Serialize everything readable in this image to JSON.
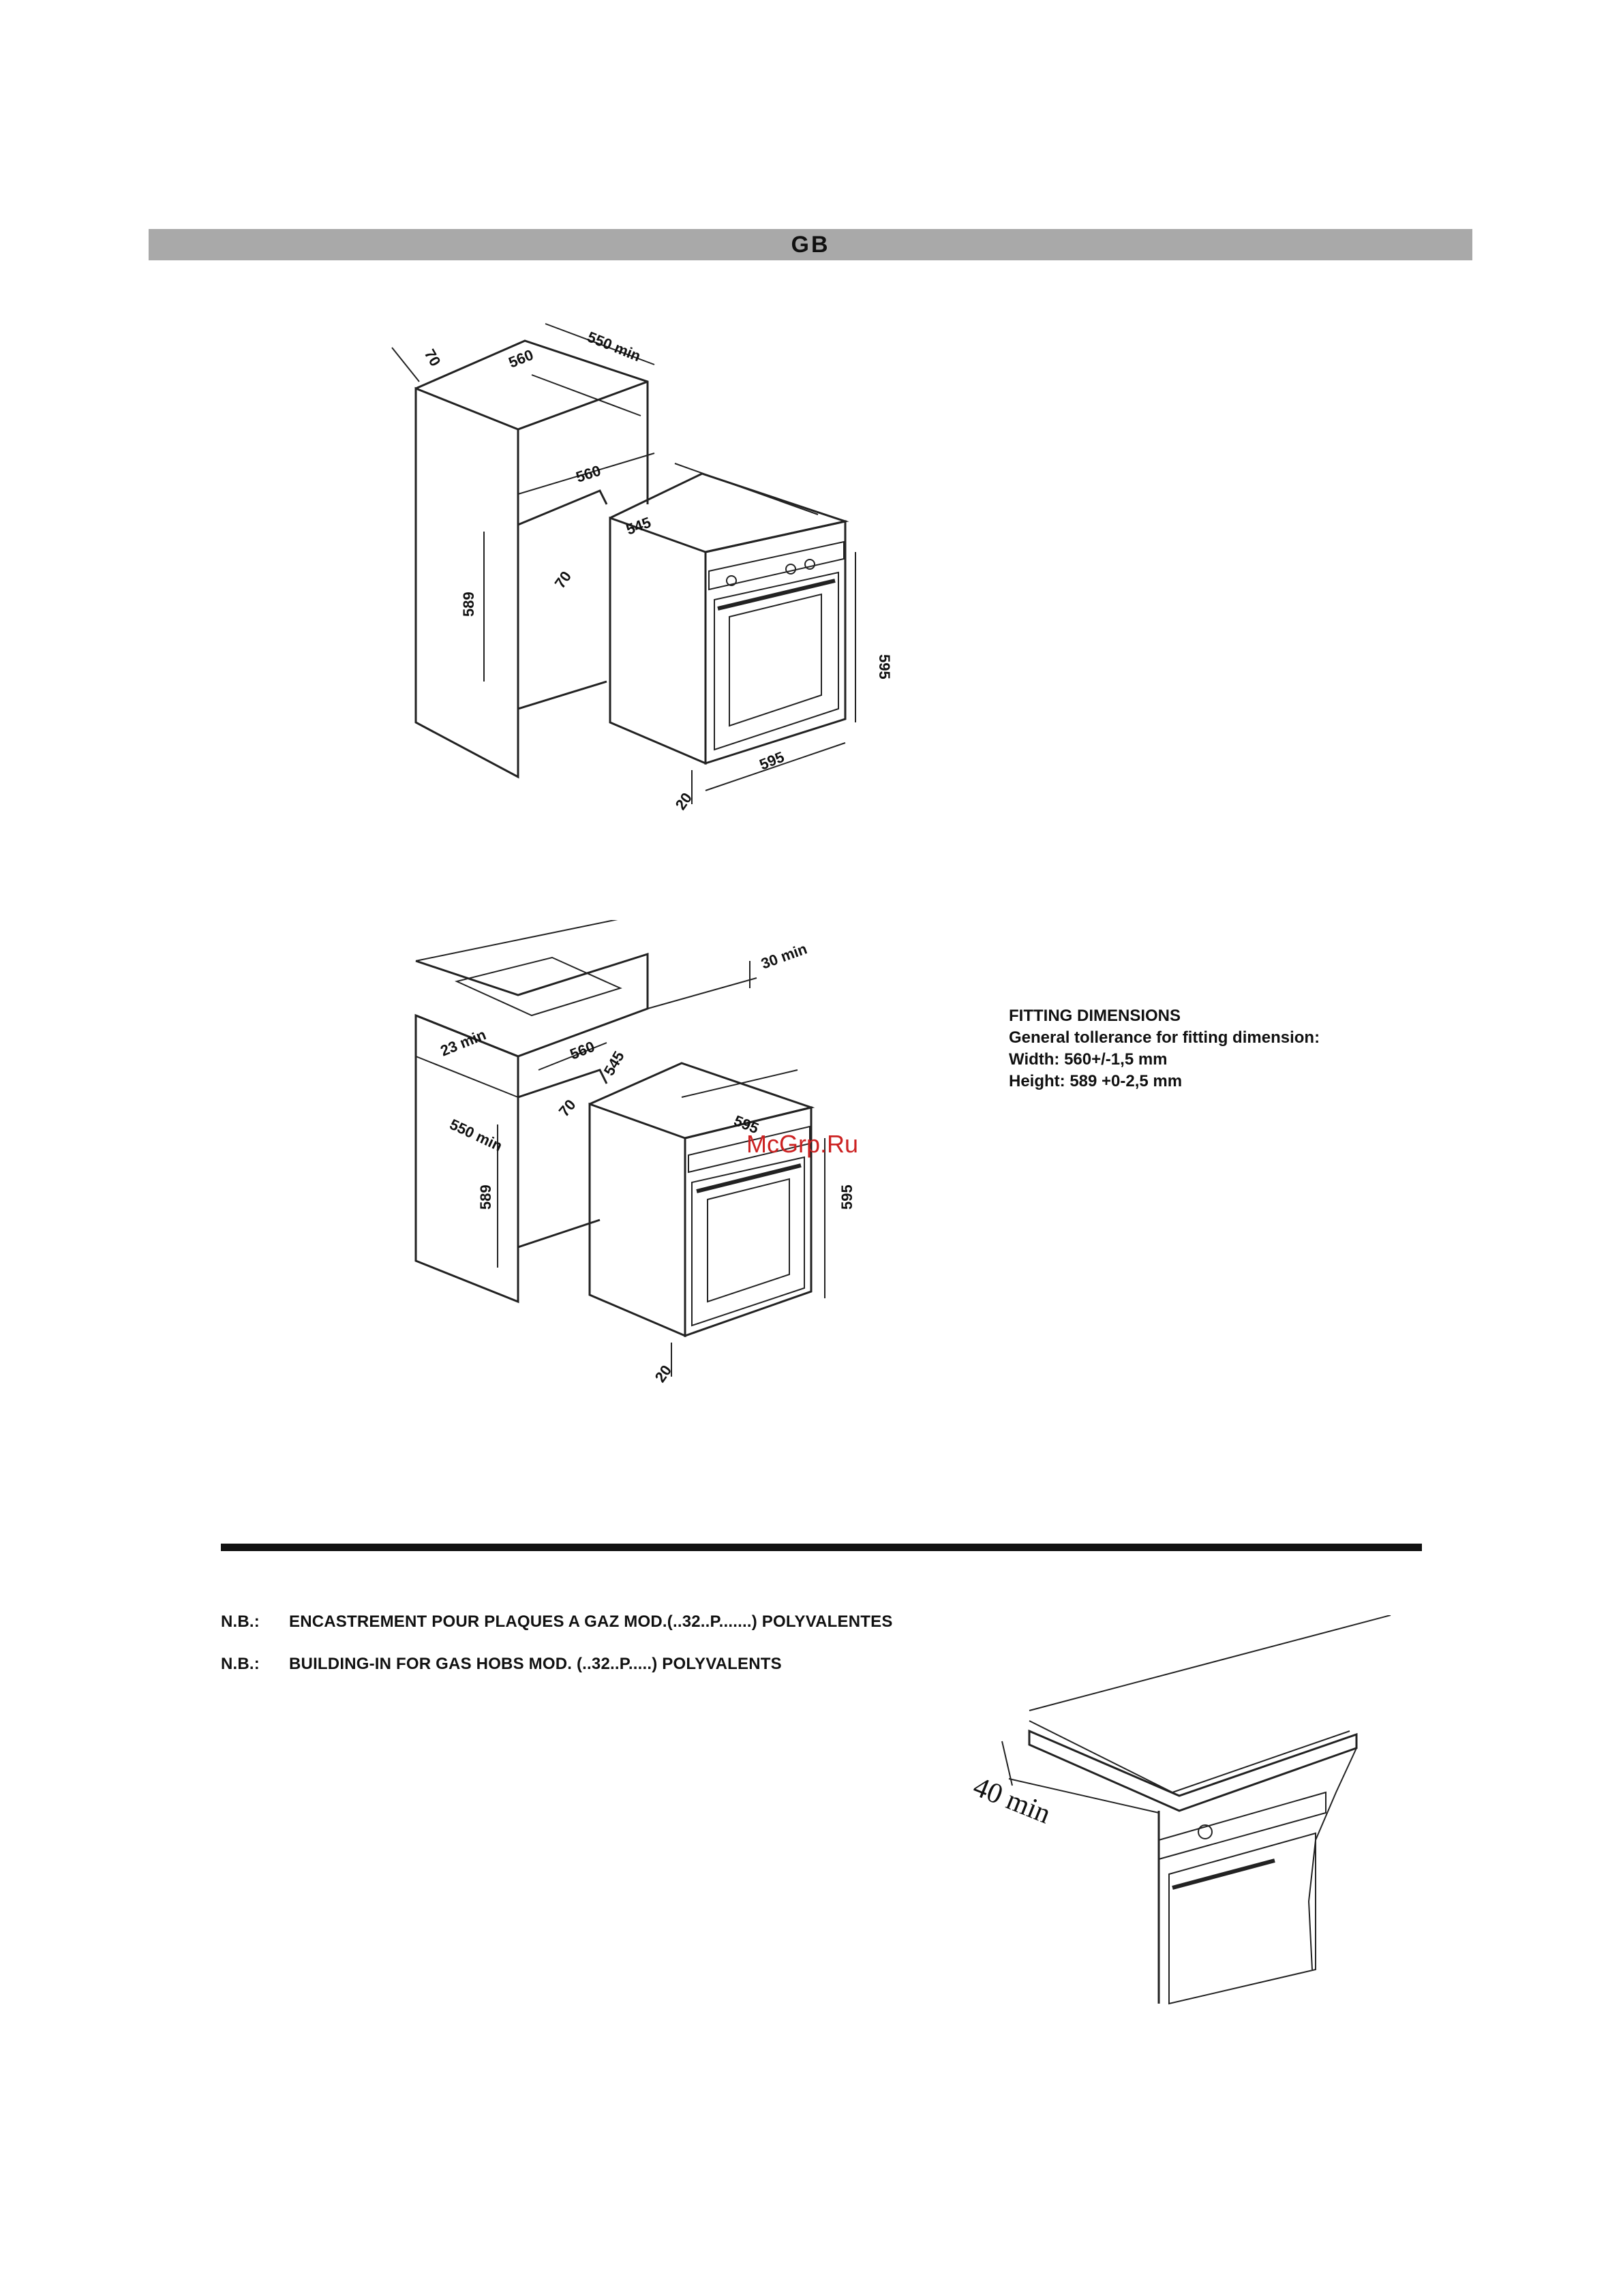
{
  "header": {
    "language_code": "GB"
  },
  "diagram_column": {
    "labels": {
      "d70a": "70",
      "d560a": "560",
      "d550": "550 min",
      "d560b": "560",
      "d545": "545",
      "d70b": "70",
      "d589": "589",
      "d595h": "595",
      "d595w": "595",
      "d20": "20"
    }
  },
  "diagram_counter": {
    "labels": {
      "d30": "30 min",
      "d23": "23 min",
      "d560": "560",
      "d545": "545",
      "d70": "70",
      "d550": "550 min",
      "d589": "589",
      "d595w": "595",
      "d595h": "595",
      "d20": "20"
    }
  },
  "watermark": "McGrp.Ru",
  "fitting": {
    "title": "FITTING DIMENSIONS",
    "line1": "General tollerance for fitting dimension:",
    "line2": "Width: 560+/-1,5 mm",
    "line3": "Height: 589 +0-2,5 mm"
  },
  "notes": {
    "fr_tag": "N.B.:",
    "fr_text": "ENCASTREMENT POUR PLAQUES A GAZ MOD.(..32..P.......) POLYVALENTES",
    "en_tag": "N.B.:",
    "en_text": "BUILDING-IN FOR GAS HOBS MOD. (..32..P.....) POLYVALENTS"
  },
  "diagram_hob": {
    "labels": {
      "d40": "40 min"
    }
  }
}
